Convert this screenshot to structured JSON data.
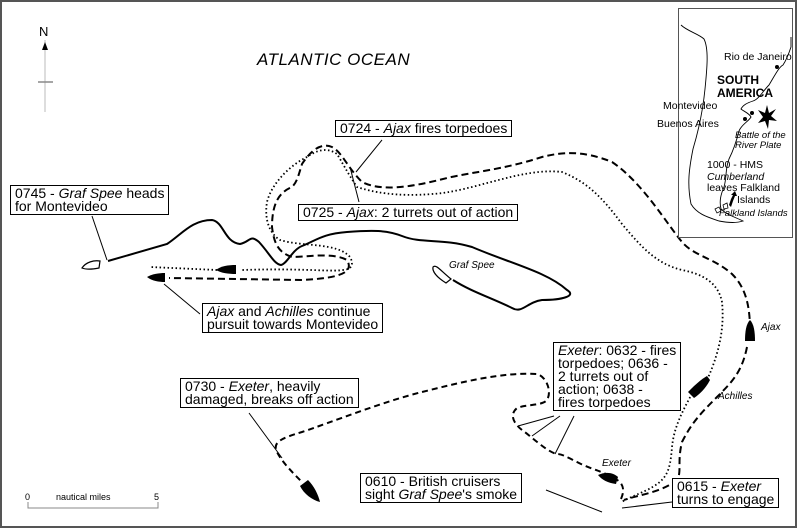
{
  "map": {
    "ocean_label": "ATLANTIC OCEAN",
    "north_label": "N",
    "scale": {
      "start": "0",
      "end": "5",
      "unit": "nautical miles"
    },
    "ship_labels": {
      "graf_spee": "Graf Spee",
      "ajax": "Ajax",
      "achilles": "Achilles",
      "exeter": "Exeter"
    },
    "legend_styles": {
      "graf_spee": "solid",
      "ajax": "dashed",
      "achilles": "dotted",
      "exeter": "dashed"
    },
    "callouts": [
      {
        "id": "c0745",
        "time": "0745",
        "sep": " - ",
        "ship": "Graf Spee",
        "rest": " heads",
        "line2": "for Montevideo"
      },
      {
        "id": "c0724",
        "time": "0724",
        "sep": " - ",
        "ship": "Ajax",
        "rest": " fires torpedoes"
      },
      {
        "id": "c0725",
        "time": "0725",
        "sep": " - ",
        "ship": "Ajax",
        "rest": ": 2 turrets out of action"
      },
      {
        "id": "cpursuit",
        "ship1": "Ajax",
        "mid": " and ",
        "ship2": "Achilles",
        "rest": " continue",
        "line2": "pursuit towards Montevideo"
      },
      {
        "id": "c0730",
        "time": "0730",
        "sep": " - ",
        "ship": "Exeter",
        "rest": ", heavily",
        "line2": "damaged, breaks off action"
      },
      {
        "id": "cexeter",
        "ship": "Exeter",
        "rest": ": 0632 - fires",
        "line2": "torpedoes; 0636 -",
        "line3": "2 turrets out of",
        "line4": "action; 0638 -",
        "line5": "fires torpedoes"
      },
      {
        "id": "c0610",
        "time": "0610",
        "sep": " - ",
        "line1rest": "British cruisers",
        "line2a": "sight ",
        "ship": "Graf Spee",
        "line2b": "'s smoke"
      },
      {
        "id": "c0615",
        "time": "0615",
        "sep": " - ",
        "ship": "Exeter",
        "line2": "turns to engage"
      }
    ],
    "inset": {
      "continent": [
        "SOUTH",
        "AMERICA"
      ],
      "cities": [
        "Rio de Janeiro",
        "Montevideo",
        "Buenos Aires"
      ],
      "battle": [
        "Battle of the",
        "River Plate"
      ],
      "cumberland": {
        "line1": "1000 - HMS",
        "ship": "Cumberland",
        "line3": "leaves Falkland",
        "line4": "Islands"
      },
      "falklands": "Falkland Islands"
    }
  }
}
